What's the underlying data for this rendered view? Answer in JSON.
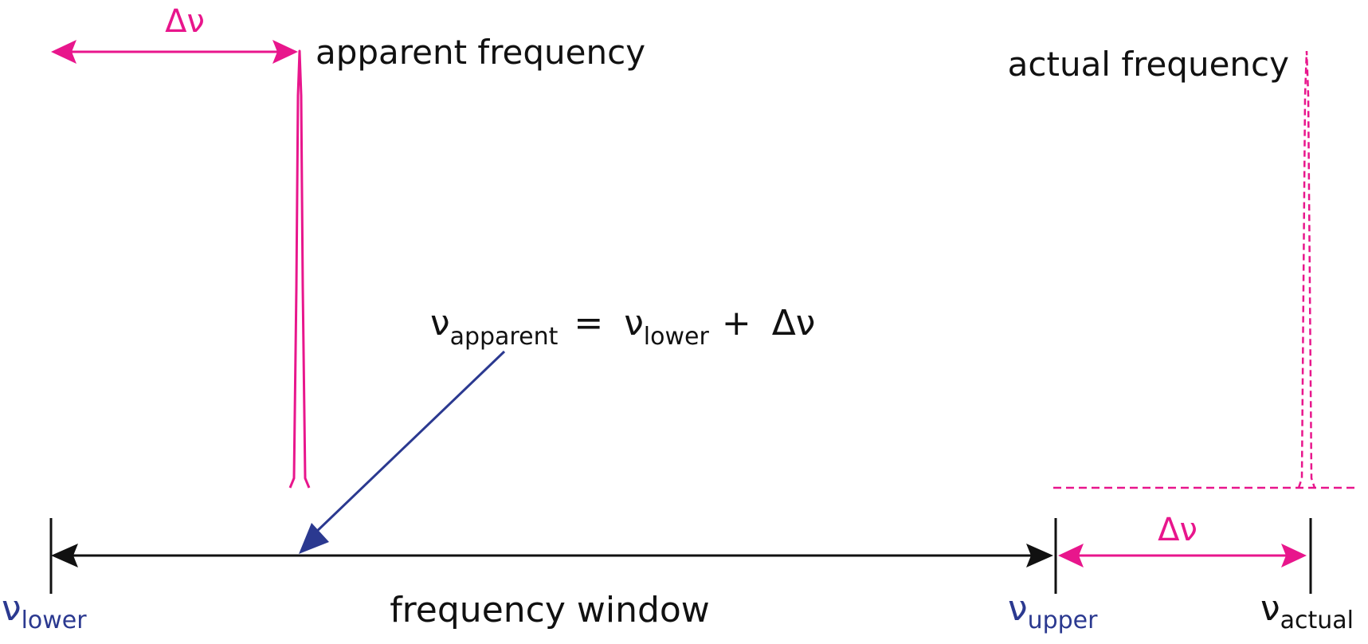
{
  "labels": {
    "apparent_frequency": "apparent frequency",
    "actual_frequency": "actual frequency",
    "delta_nu_top": "Δν",
    "delta_nu_bottom": "Δν",
    "frequency_window": "frequency window"
  },
  "equation": {
    "nu1": "ν",
    "sub1": "apparent",
    "equals": "=",
    "nu2": "ν",
    "sub2": "lower",
    "plus": "+",
    "delta": "Δν"
  },
  "axis_labels": {
    "lower": {
      "symbol": "ν",
      "subscript": "lower"
    },
    "upper": {
      "symbol": "ν",
      "subscript": "upper"
    },
    "actual": {
      "symbol": "ν",
      "subscript": "actual"
    }
  },
  "colors": {
    "magenta": "#e8168c",
    "navy": "#2b3990",
    "teal": "#2a6ab0",
    "black": "#111111"
  }
}
